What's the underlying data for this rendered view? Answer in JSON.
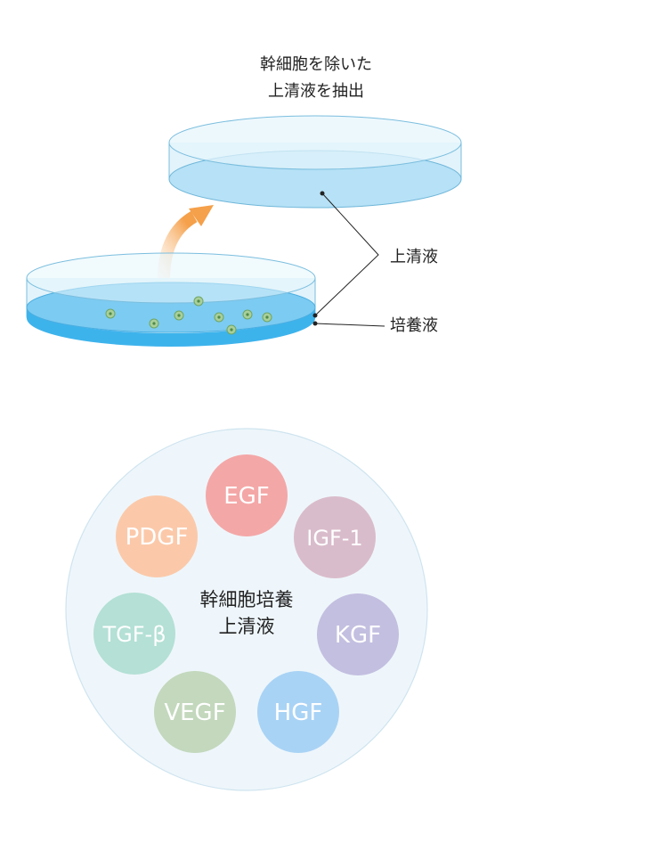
{
  "top_caption": {
    "line1": "幹細胞を除いた",
    "line2": "上清液を抽出"
  },
  "labels": {
    "supernatant": "上清液",
    "culture_medium": "培養液"
  },
  "circle": {
    "center_line1": "幹細胞培養",
    "center_line2": "上清液"
  },
  "growth_factors": [
    {
      "name": "EGF",
      "color": "#f4a7a7"
    },
    {
      "name": "IGF-1",
      "color": "#d9bccb"
    },
    {
      "name": "KGF",
      "color": "#c3bfe0"
    },
    {
      "name": "HGF",
      "color": "#a9d3f5"
    },
    {
      "name": "VEGF",
      "color": "#c3d8bd"
    },
    {
      "name": "TGF-β",
      "color": "#b4e0d5"
    },
    {
      "name": "PDGF",
      "color": "#fbc9aa"
    }
  ],
  "colors": {
    "dish_fill": "#d9f0fb",
    "dish_stroke": "#6fb6d9",
    "medium_blue": "#4fbdf0",
    "supernatant_blue": "#a8dcf5",
    "arrow_orange": "#f5a04a",
    "cell_green": "#8bbf8a",
    "big_circle_fill": "#eef6fb"
  }
}
